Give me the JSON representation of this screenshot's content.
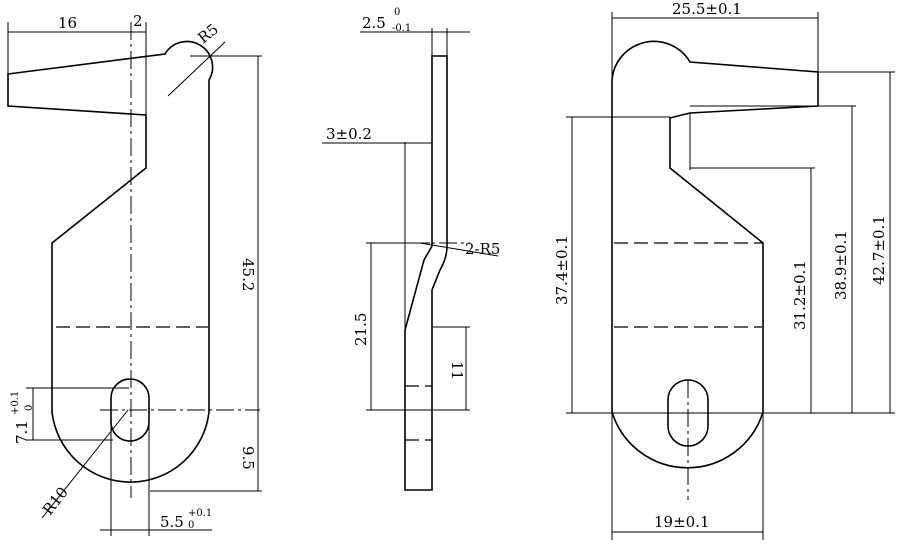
{
  "left_view": {
    "dim_16": "16",
    "dim_2": "2",
    "radius_r5": "R5",
    "dim_45_2": "45.2",
    "dim_7_1_base": "7.1",
    "dim_7_1_tol_upper": "+0.1",
    "dim_7_1_tol_lower": "0",
    "radius_r10": "R10",
    "dim_9_5": "9.5",
    "dim_5_5_base": "5.5",
    "dim_5_5_tol_upper": "+0.1",
    "dim_5_5_tol_lower": "0"
  },
  "side_view": {
    "dim_2_5_base": "2.5",
    "dim_2_5_tol_upper": "0",
    "dim_2_5_tol_lower": "-0.1",
    "dim_3": "3±0.2",
    "radius_2_r5": "2-R5",
    "dim_21_5": "21.5",
    "dim_11": "11"
  },
  "right_view": {
    "dim_25_5": "25.5±0.1",
    "dim_37_4": "37.4±0.1",
    "dim_31_2": "31.2±0.1",
    "dim_38_9": "38.9±0.1",
    "dim_42_7": "42.7±0.1",
    "dim_19": "19±0.1"
  }
}
